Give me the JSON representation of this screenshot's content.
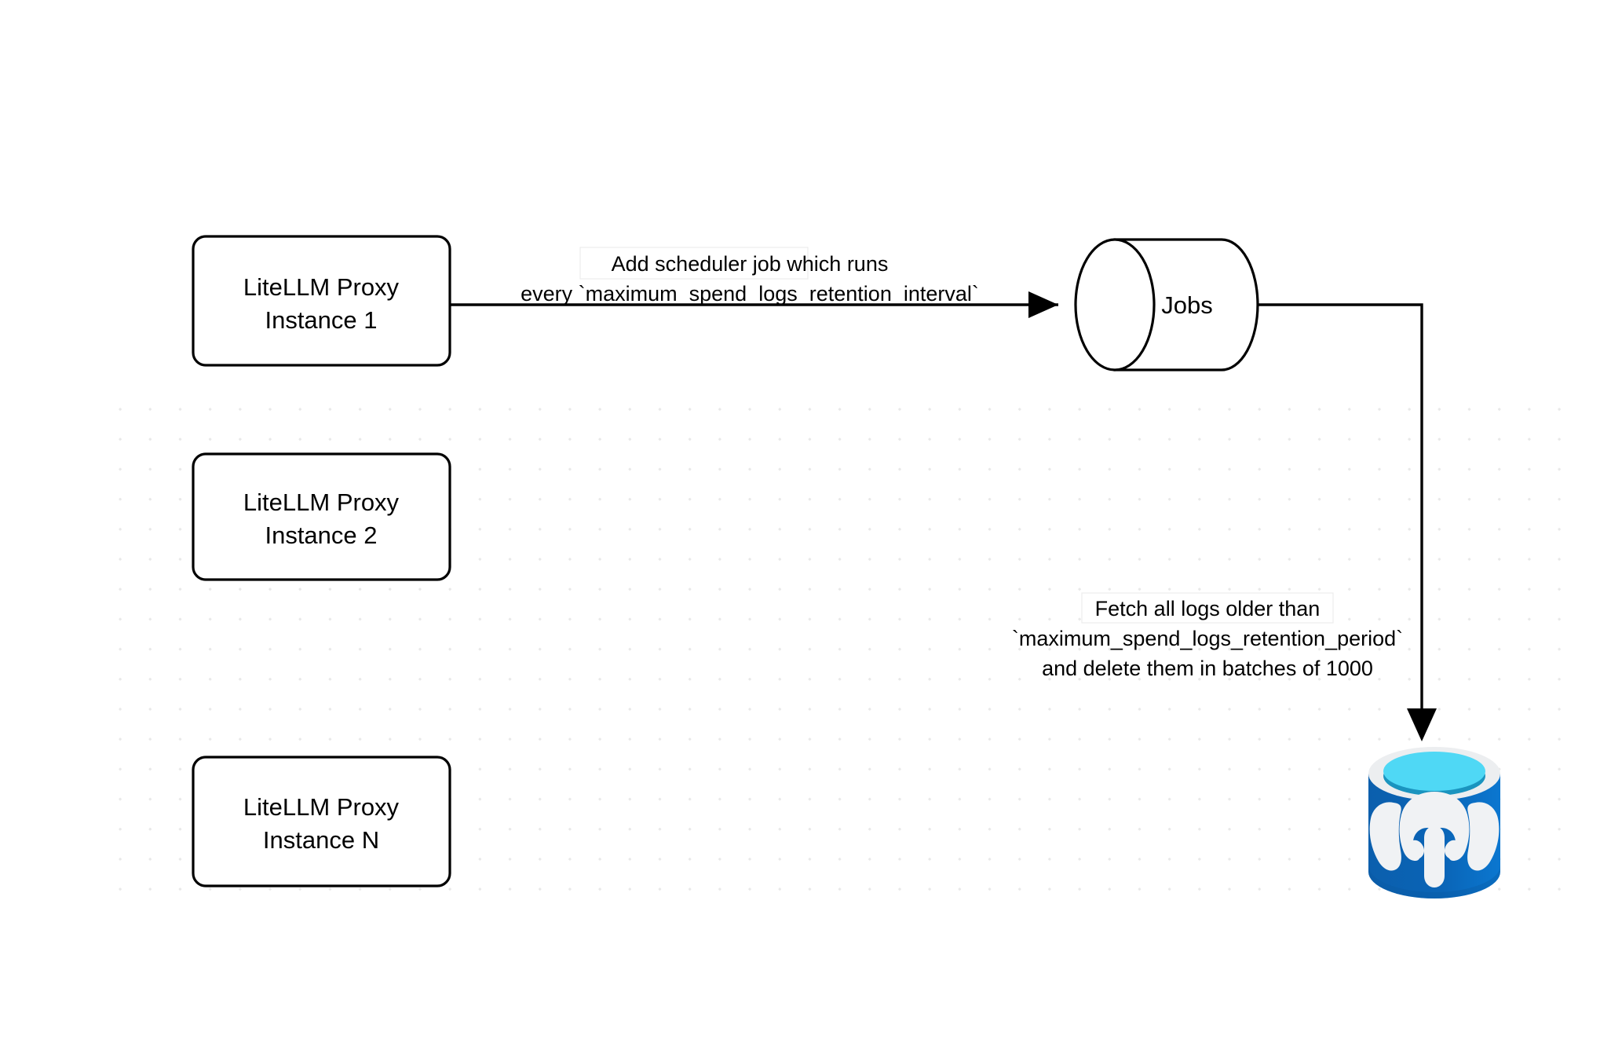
{
  "diagram": {
    "background_color": "#ffffff",
    "grid_dot_color": "#e9e9e9",
    "stroke_color": "#000000",
    "nodes": [
      {
        "id": "proxy-1",
        "type": "rounded-rect",
        "line1": "LiteLLM Proxy",
        "line2": "Instance 1"
      },
      {
        "id": "proxy-2",
        "type": "rounded-rect",
        "line1": "LiteLLM Proxy",
        "line2": "Instance 2"
      },
      {
        "id": "proxy-n",
        "type": "rounded-rect",
        "line1": "LiteLLM Proxy",
        "line2": "Instance N"
      },
      {
        "id": "jobs",
        "type": "cylinder",
        "label": "Jobs"
      },
      {
        "id": "postgres",
        "type": "database-icon",
        "icon_name": "postgresql-database-icon",
        "body_color": "#0b5fad",
        "body_color_light": "#0b77d0",
        "rim_color": "#eceef0",
        "top_color": "#4fd8f5",
        "top_shadow_color": "#1a94bf",
        "elephant_color": "#f0f2f4"
      }
    ],
    "edges": [
      {
        "id": "edge-proxy1-jobs",
        "from": "proxy-1",
        "to": "jobs",
        "label_lines": [
          "Add scheduler job which runs",
          "every `maximum_spend_logs_retention_interval`"
        ]
      },
      {
        "id": "edge-jobs-postgres",
        "from": "jobs",
        "to": "postgres",
        "label_lines": [
          "Fetch all logs older than",
          "`maximum_spend_logs_retention_period`",
          "and delete them in batches of 1000"
        ]
      }
    ]
  }
}
